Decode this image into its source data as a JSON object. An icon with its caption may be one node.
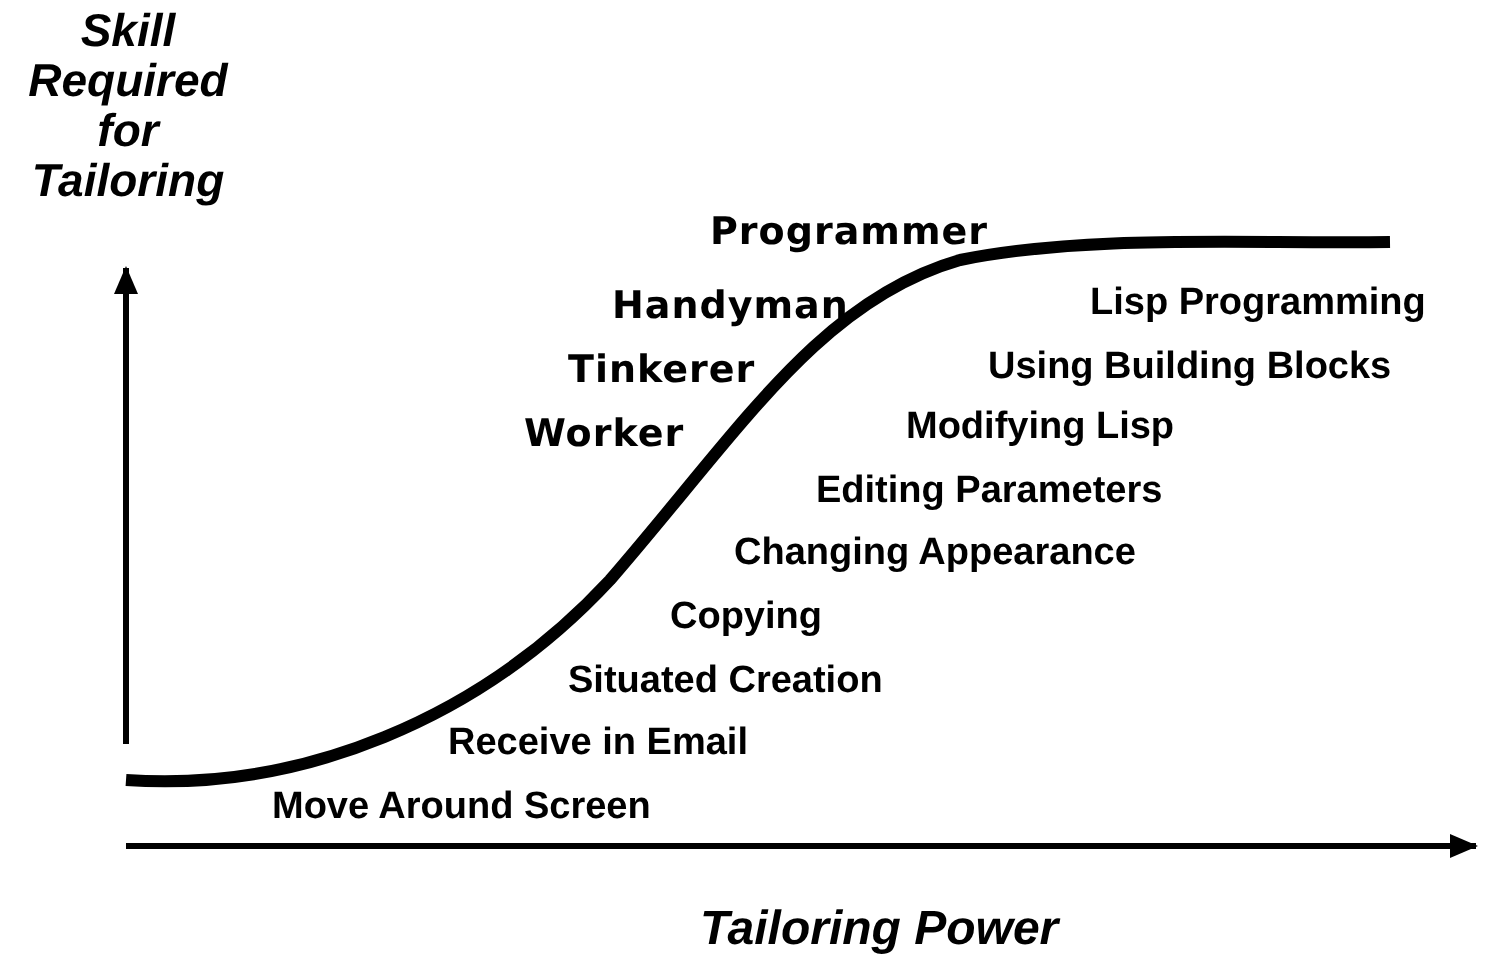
{
  "diagram": {
    "labels": [
      "Skill Required for Tailoring",
      "Programmer",
      "Handyman",
      "Lisp Programming",
      "Tinkerer",
      "Using Building Blocks",
      "Worker",
      "Modifying Lisp",
      "Editing Parameters",
      "Changing Appearance",
      "Copying",
      "Situated Creation",
      "Receive in Email",
      "Move Around Screen",
      "Tailoring Power"
    ]
  }
}
